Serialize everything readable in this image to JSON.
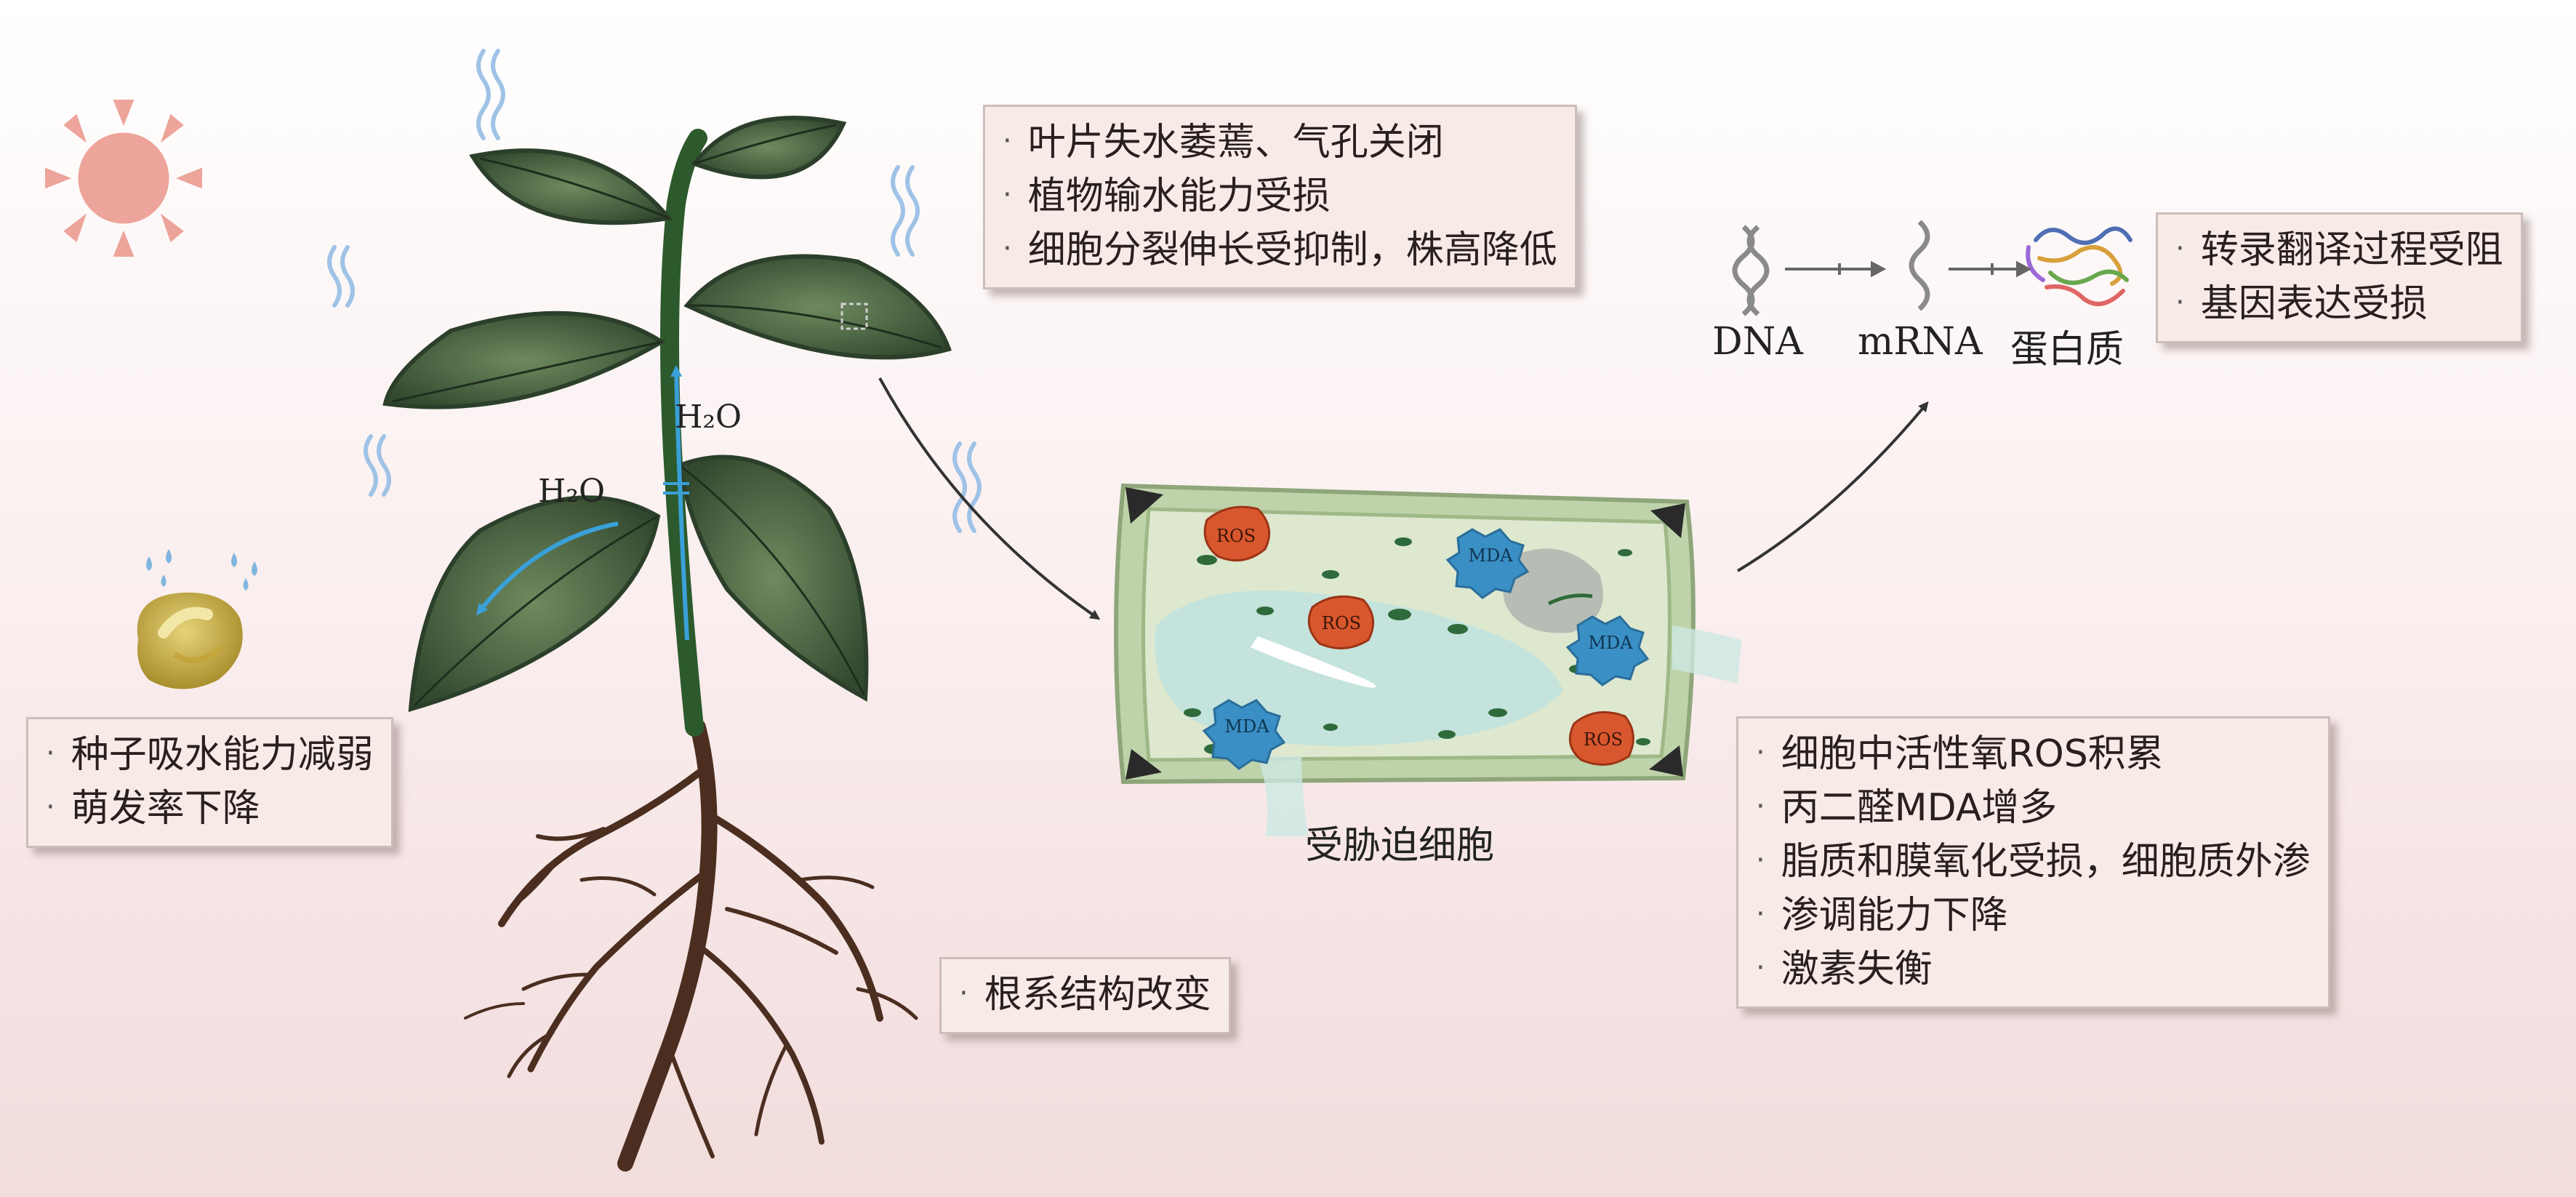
{
  "leaf_effects": {
    "items": [
      "叶片失水萎蔫、气孔关闭",
      "植物输水能力受损",
      "细胞分裂伸长受抑制，株高降低"
    ]
  },
  "seed_effects": {
    "items": [
      "种子吸水能力减弱",
      "萌发率下降"
    ]
  },
  "root_effects": {
    "items": [
      "根系结构改变"
    ]
  },
  "gene_effects": {
    "items": [
      "转录翻译过程受阻",
      "基因表达受损"
    ]
  },
  "cell_effects": {
    "items": [
      "细胞中活性氧ROS积累",
      "丙二醛MDA增多",
      "脂质和膜氧化受损，细胞质外渗",
      "渗调能力下降",
      "激素失衡"
    ]
  },
  "pathway": {
    "dna": "DNA",
    "mrna": "mRNA",
    "protein": "蛋白质"
  },
  "water": {
    "h2o_stem": "H₂O",
    "h2o_leaf": "H₂O"
  },
  "cell": {
    "caption": "受胁迫细胞",
    "ros": "ROS",
    "mda": "MDA"
  },
  "colors": {
    "background_top": "#ffffff",
    "background_bottom": "#f2dede",
    "box_fill": "#f7ebe8",
    "sun": "#eda49a",
    "leaf": "#3f5a3a",
    "root": "#4b2e1f",
    "cell_wall": "#a9bf95",
    "ros_fill": "#d9572e",
    "mda_fill": "#3a8fc4",
    "water_arrow": "#3aa0d8"
  }
}
